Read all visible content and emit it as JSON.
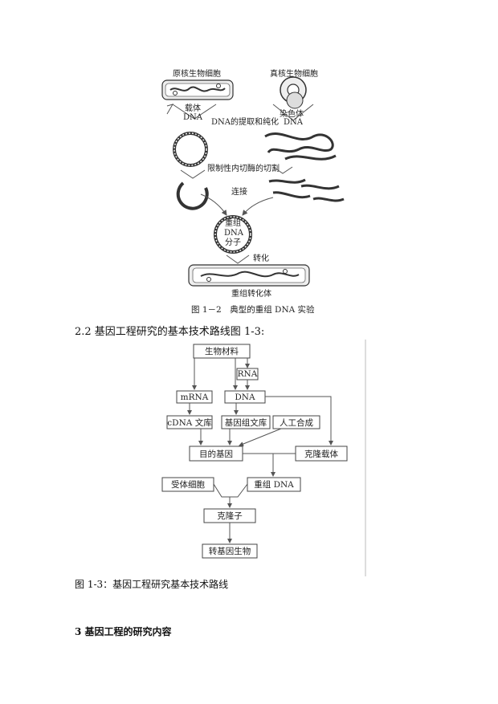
{
  "figure12": {
    "labels": {
      "prokaryote": "原核生物细胞",
      "eukaryote": "真核生物细胞",
      "vector": "载体",
      "dna_vector": "DNA",
      "extract": "DNA的提取和纯化",
      "chromosome": "染色体",
      "dna_chrom": "DNA",
      "cut": "限制性内切酶的切割",
      "ligate": "连接",
      "recombinant1": "重组",
      "recombinant2": "DNA",
      "recombinant3": "分子",
      "transform": "转化",
      "transformant": "重组转化体"
    },
    "caption": "图 1－2　典型的重组 DNA 实验"
  },
  "section22": {
    "title": "2.2 基因工程研究的基本技术路线图 1-3:"
  },
  "figure13": {
    "nodes": {
      "material": "生物材料",
      "rna": "RNA",
      "mrna": "mRNA",
      "dna": "DNA",
      "cdna_lib": "cDNA 文库",
      "genomic_lib": "基因组文库",
      "synthesis": "人工合成",
      "target_gene": "目的基因",
      "cloning_vector": "克隆载体",
      "recipient": "受体细胞",
      "recomb_dna": "重组 DNA",
      "clone": "克隆子",
      "transgenic": "转基因生物"
    },
    "caption": "图 1-3：基因工程研究基本技术路线"
  },
  "section3": {
    "title": "3  基因工程的研究内容"
  }
}
